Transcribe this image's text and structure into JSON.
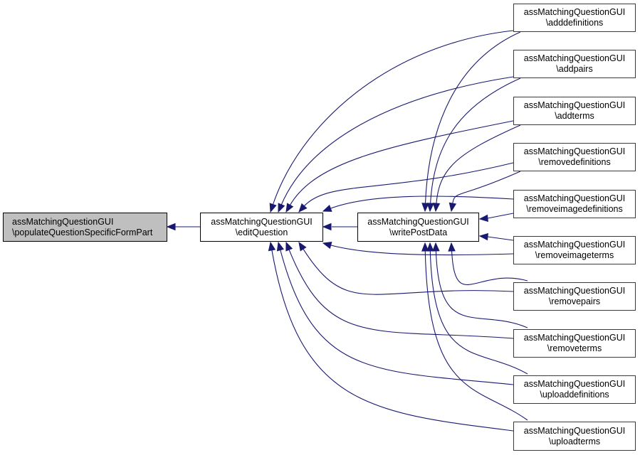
{
  "graph": {
    "type": "caller-graph",
    "edge_color": "#191970",
    "current_node_fill": "#bfbfbf",
    "nodes": {
      "populate": {
        "line1": "assMatchingQuestionGUI",
        "line2": "\\populateQuestionSpecificFormPart"
      },
      "edit": {
        "line1": "assMatchingQuestionGUI",
        "line2": "\\editQuestion"
      },
      "write": {
        "line1": "assMatchingQuestionGUI",
        "line2": "\\writePostData"
      },
      "r0": {
        "line1": "assMatchingQuestionGUI",
        "line2": "\\adddefinitions"
      },
      "r1": {
        "line1": "assMatchingQuestionGUI",
        "line2": "\\addpairs"
      },
      "r2": {
        "line1": "assMatchingQuestionGUI",
        "line2": "\\addterms"
      },
      "r3": {
        "line1": "assMatchingQuestionGUI",
        "line2": "\\removedefinitions"
      },
      "r4": {
        "line1": "assMatchingQuestionGUI",
        "line2": "\\removeimagedefinitions"
      },
      "r5": {
        "line1": "assMatchingQuestionGUI",
        "line2": "\\removeimageterms"
      },
      "r6": {
        "line1": "assMatchingQuestionGUI",
        "line2": "\\removepairs"
      },
      "r7": {
        "line1": "assMatchingQuestionGUI",
        "line2": "\\removeterms"
      },
      "r8": {
        "line1": "assMatchingQuestionGUI",
        "line2": "\\uploaddefinitions"
      },
      "r9": {
        "line1": "assMatchingQuestionGUI",
        "line2": "\\uploadterms"
      }
    },
    "edges": [
      {
        "from": "edit",
        "to": "populate"
      },
      {
        "from": "write",
        "to": "edit"
      },
      {
        "from": "r0",
        "to": "edit"
      },
      {
        "from": "r0",
        "to": "write"
      },
      {
        "from": "r1",
        "to": "edit"
      },
      {
        "from": "r1",
        "to": "write"
      },
      {
        "from": "r2",
        "to": "edit"
      },
      {
        "from": "r2",
        "to": "write"
      },
      {
        "from": "r3",
        "to": "edit"
      },
      {
        "from": "r3",
        "to": "write"
      },
      {
        "from": "r4",
        "to": "edit"
      },
      {
        "from": "r4",
        "to": "write"
      },
      {
        "from": "r5",
        "to": "edit"
      },
      {
        "from": "r5",
        "to": "write"
      },
      {
        "from": "r6",
        "to": "edit"
      },
      {
        "from": "r6",
        "to": "write"
      },
      {
        "from": "r7",
        "to": "edit"
      },
      {
        "from": "r7",
        "to": "write"
      },
      {
        "from": "r8",
        "to": "edit"
      },
      {
        "from": "r8",
        "to": "write"
      },
      {
        "from": "r9",
        "to": "edit"
      },
      {
        "from": "r9",
        "to": "write"
      }
    ]
  }
}
